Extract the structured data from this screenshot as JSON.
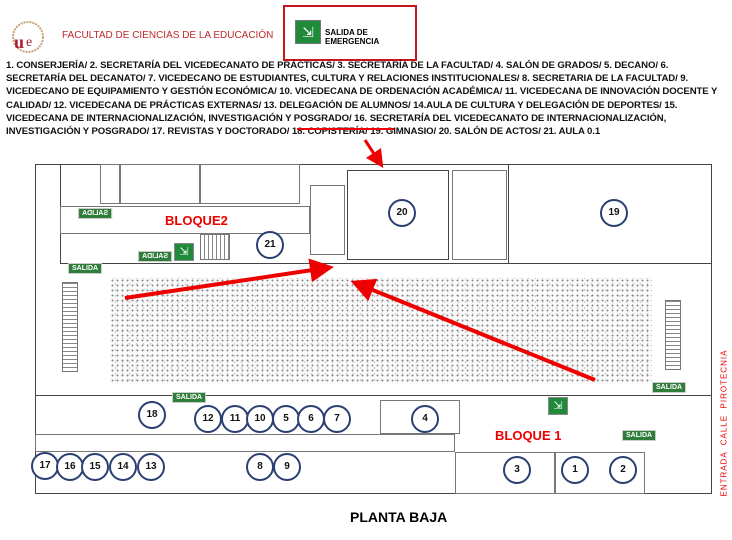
{
  "header": {
    "faculty": "FACULTAD DE CIENCIAS DE LA EDUCACIÓN",
    "legend_label": "SALIDA DE EMERGENCIA",
    "legend_icon": "emergency-exit-icon",
    "description": "1. CONSERJERÍA/ 2. SECRETARÍA DEL VICEDECANATO DE PRÁCTICAS/ 3. SECRETARÍA DE LA FACULTAD/ 4. SALÓN DE GRADOS/ 5. DECANO/ 6. SECRETARÍA DEL DECANATO/ 7. VICEDECANO DE ESTUDIANTES, CULTURA Y RELACIONES INSTITUCIONALES/ 8. SECRETARIA DE LA FACULTAD/ 9. VICEDECANO DE EQUIPAMIENTO Y GESTIÓN ECONÓMICA/ 10. VICEDECANA DE ORDENACIÓN ACADÉMICA/ 11. VICEDECANA DE INNOVACIÓN DOCENTE Y CALIDAD/ 12. VICEDECANA DE PRÁCTICAS EXTERNAS/ 13. DELEGACIÓN DE ALUMNOS/ 14.AULA DE CULTURA Y DELEGACIÓN DE DEPORTES/ 15. VICEDECANA DE INTERNACIONALIZACIÓN, INVESTIGACIÓN Y POSGRADO/ 16. SECRETARÍA DEL VICEDECANATO DE INTERNACIONALIZACIÓN, INVESTIGACIÓN Y POSGRADO/ 17. REVISTAS Y DOCTORADO/ 18. COPISTERÍA/ 19. GIMNASIO/ ",
    "highlight": "20. SALÓN DE ACTOS",
    "description_end": "/ 21.  AULA 0.1"
  },
  "plan": {
    "bloque2": "BLOQUE2",
    "bloque1": "BLOQUE 1",
    "salida": "SALIDA",
    "title": "PLANTA BAJA",
    "side_label": "ENTRADA  CALLE  PIROTECNIA",
    "rooms": [
      "21",
      "20",
      "19",
      "18",
      "12",
      "11",
      "10",
      "5",
      "6",
      "7",
      "4",
      "17",
      "16",
      "15",
      "14",
      "13",
      "8",
      "9",
      "3",
      "1",
      "2"
    ]
  },
  "colors": {
    "accent": "#e00000",
    "exit": "#1f8a3a",
    "circle": "#2b3f73"
  }
}
